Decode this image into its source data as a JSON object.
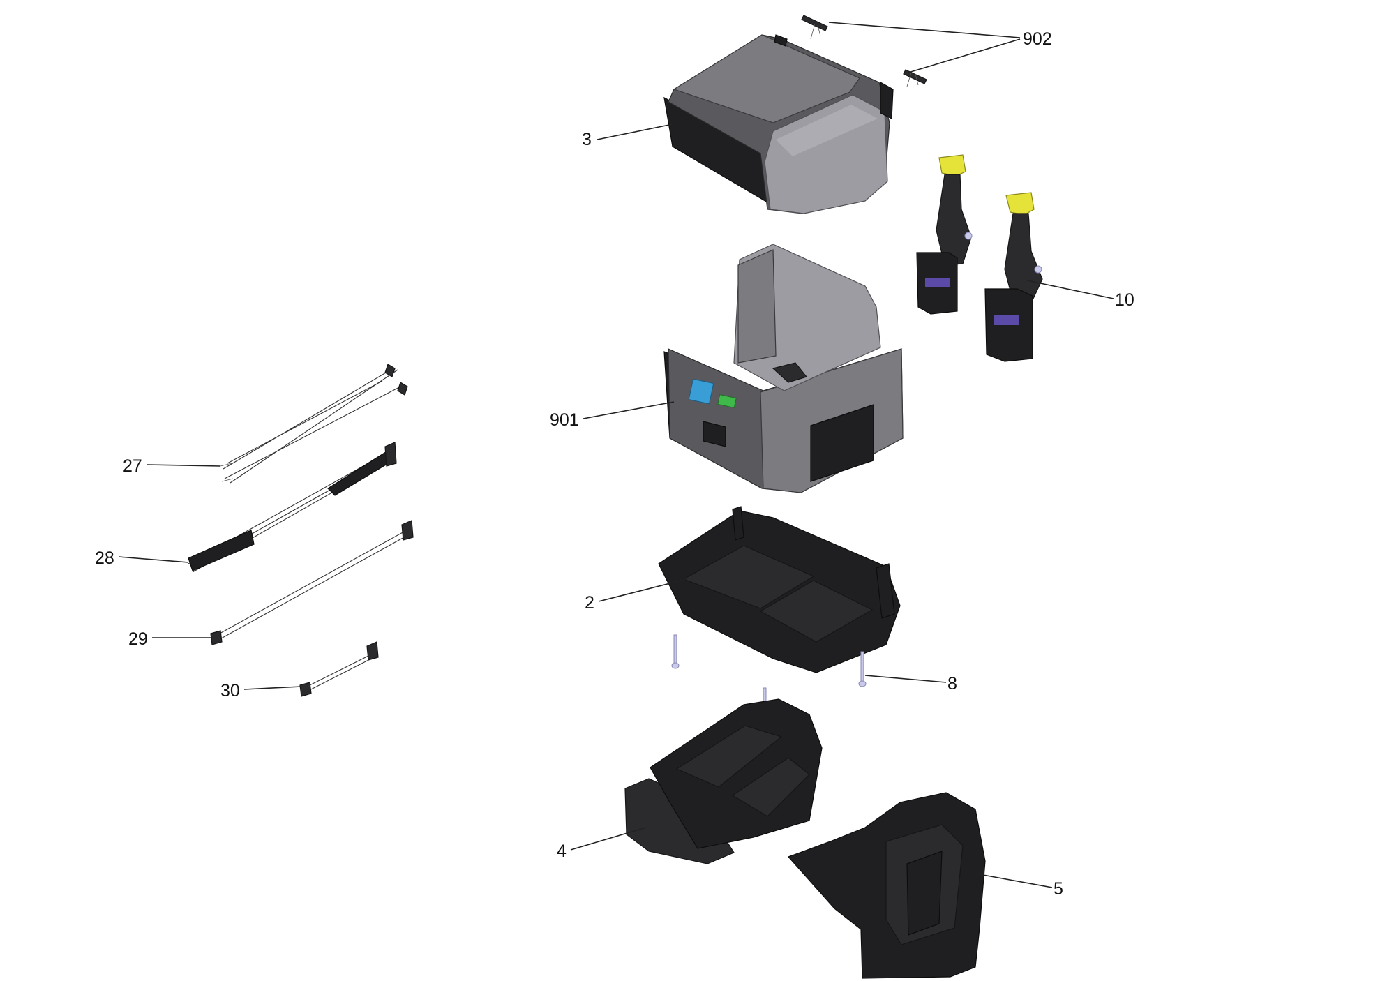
{
  "diagram": {
    "callouts": [
      {
        "id": "902",
        "label": "902"
      },
      {
        "id": "3",
        "label": "3"
      },
      {
        "id": "10",
        "label": "10"
      },
      {
        "id": "901",
        "label": "901"
      },
      {
        "id": "27",
        "label": "27"
      },
      {
        "id": "28",
        "label": "28"
      },
      {
        "id": "29",
        "label": "29"
      },
      {
        "id": "30",
        "label": "30"
      },
      {
        "id": "2",
        "label": "2"
      },
      {
        "id": "8",
        "label": "8"
      },
      {
        "id": "4",
        "label": "4"
      },
      {
        "id": "5",
        "label": "5"
      }
    ],
    "colors": {
      "connector_accent": "#e5e23a",
      "screen_accent": "#3a9ed6",
      "led_accent": "#3fb94a",
      "screw": "#c9c9ea"
    }
  }
}
